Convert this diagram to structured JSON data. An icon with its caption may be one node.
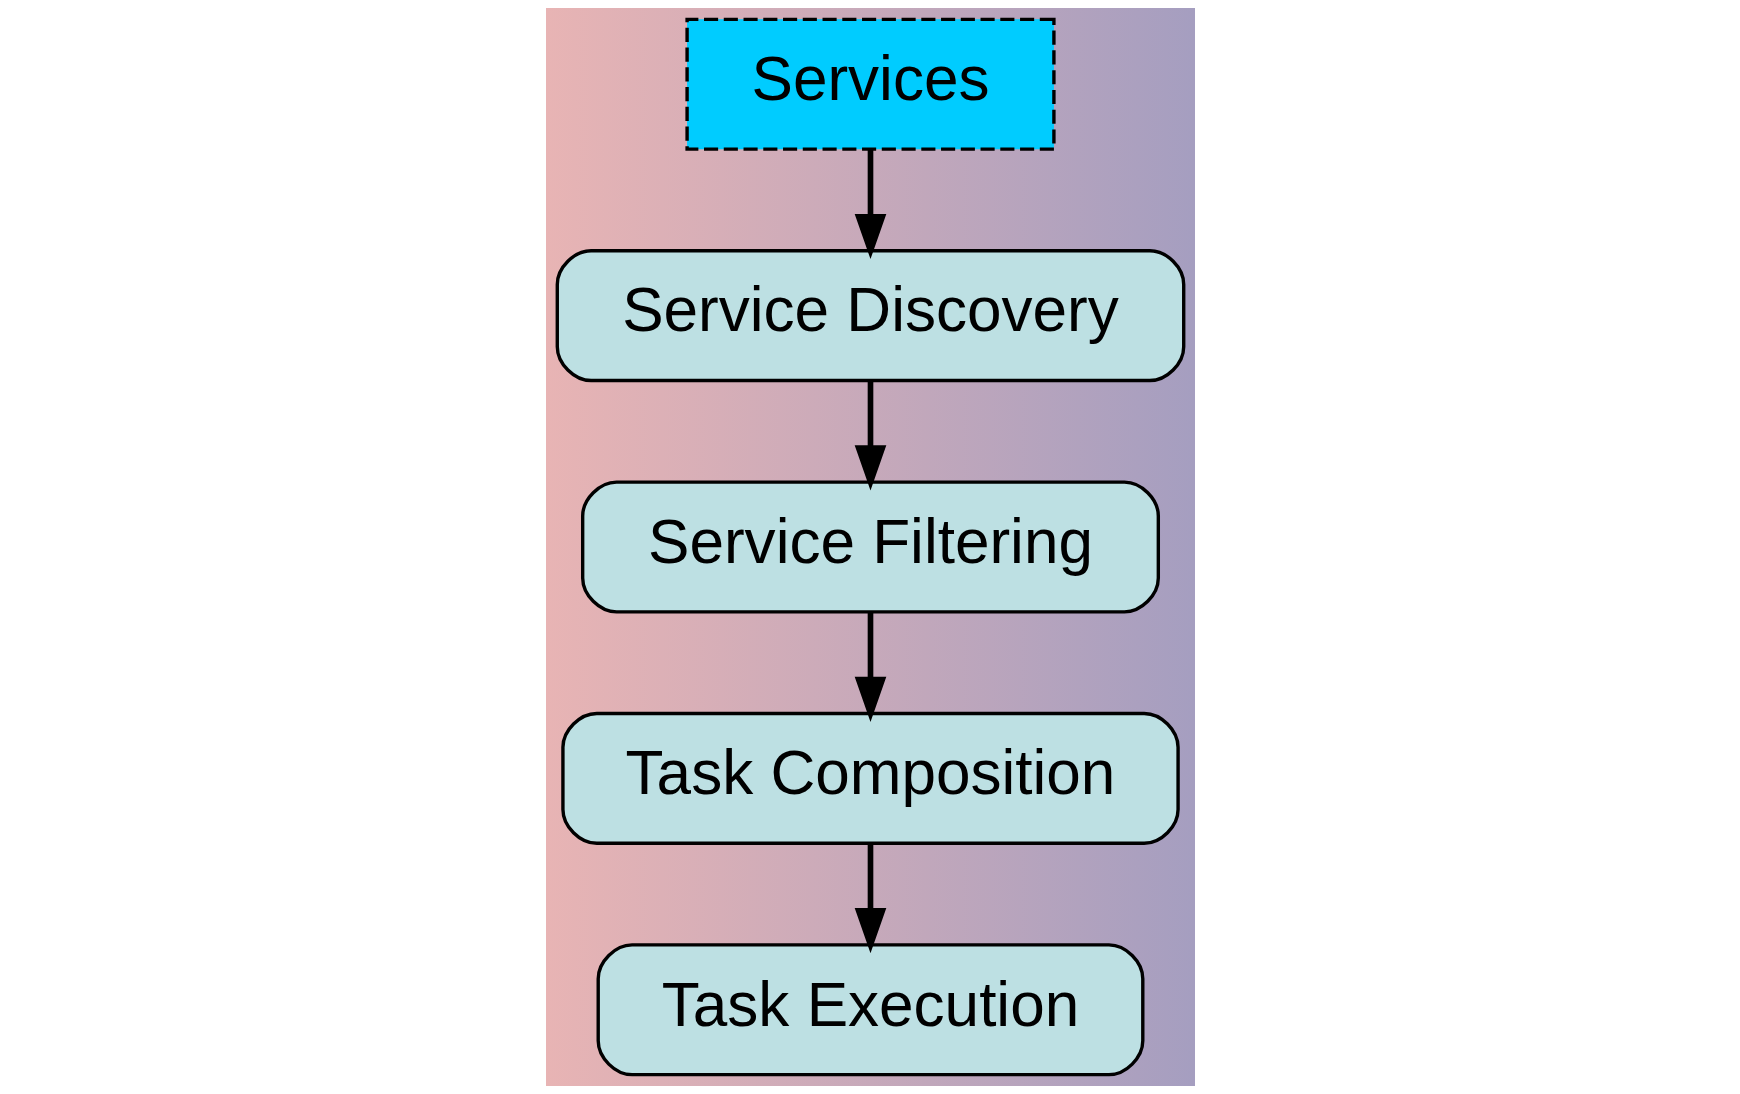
{
  "diagram": {
    "nodes": [
      {
        "text": [
          "Services"
        ]
      },
      {
        "text": [
          "Service Discovery"
        ]
      },
      {
        "text": [
          "Service Filtering"
        ]
      },
      {
        "text": [
          "Task Composition"
        ]
      },
      {
        "text": [
          "Task Execution"
        ]
      }
    ],
    "edges": [
      {
        "from": 0,
        "to": 1,
        "arrow": "to"
      },
      {
        "from": 1,
        "to": 2,
        "arrow": "to"
      },
      {
        "from": 2,
        "to": 3,
        "arrow": "to"
      },
      {
        "from": 3,
        "to": 4,
        "arrow": "to"
      }
    ]
  }
}
